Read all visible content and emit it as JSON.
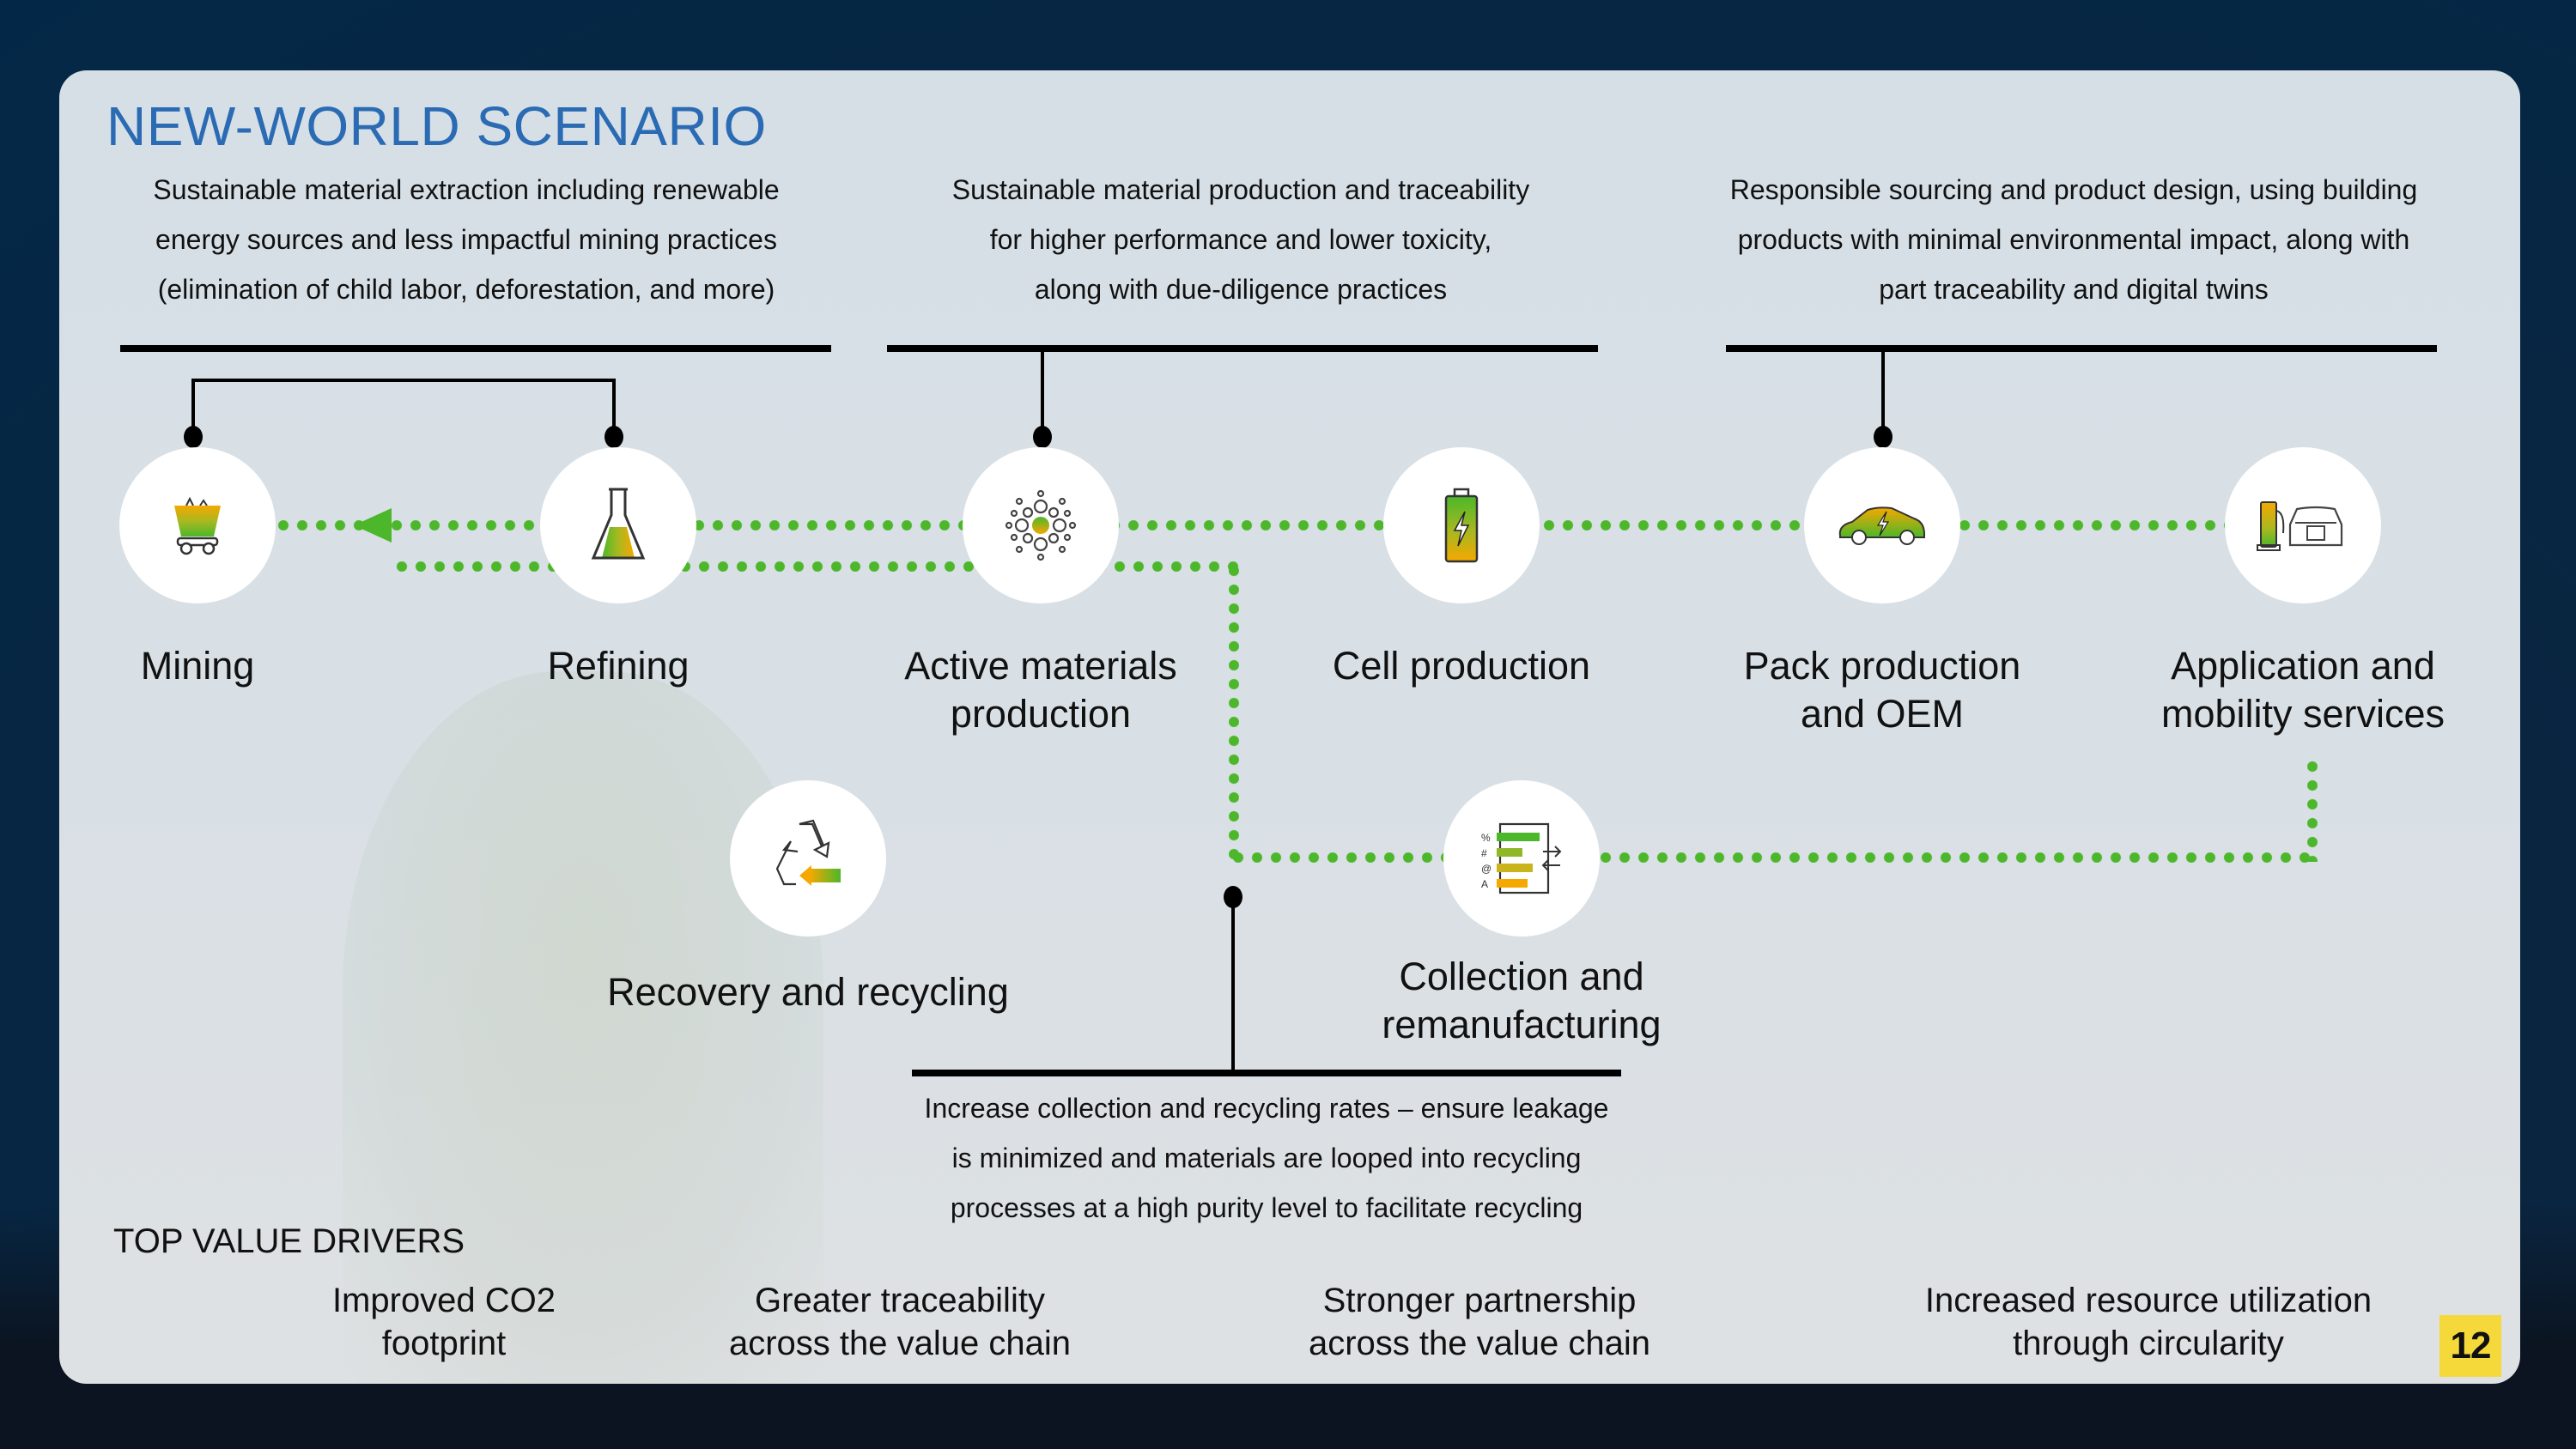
{
  "title": "NEW-WORLD SCENARIO",
  "descriptions": {
    "extraction": [
      "Sustainable material extraction including renewable",
      "energy sources and less impactful mining practices",
      "(elimination of child labor, deforestation, and more)"
    ],
    "production": [
      "Sustainable material production and traceability",
      "for higher performance and lower toxicity,",
      "along with due-diligence practices"
    ],
    "sourcing": [
      "Responsible sourcing and product design, using building",
      "products with minimal environmental impact, along with",
      "part traceability and digital twins"
    ],
    "collection": [
      "Increase collection and recycling rates – ensure leakage",
      "is minimized and materials are looped into recycling",
      "processes at a high purity level to facilitate recycling"
    ]
  },
  "stages": [
    {
      "id": "mining",
      "icon": "mine-cart-icon",
      "label": [
        "Mining"
      ]
    },
    {
      "id": "refining",
      "icon": "flask-icon",
      "label": [
        "Refining"
      ]
    },
    {
      "id": "active-materials",
      "icon": "particles-icon",
      "label": [
        "Active materials",
        "production"
      ]
    },
    {
      "id": "cell-production",
      "icon": "battery-icon",
      "label": [
        "Cell production"
      ]
    },
    {
      "id": "pack-production",
      "icon": "electric-car-icon",
      "label": [
        "Pack production",
        "and OEM"
      ]
    },
    {
      "id": "application",
      "icon": "charging-station-car-icon",
      "label": [
        "Application and",
        "mobility services"
      ]
    },
    {
      "id": "recovery",
      "icon": "recycle-icon",
      "label": [
        "Recovery and recycling"
      ]
    },
    {
      "id": "collection",
      "icon": "sorting-list-icon",
      "label": [
        "Collection and",
        "remanufacturing"
      ]
    }
  ],
  "drivers": {
    "title": "TOP VALUE DRIVERS",
    "items": [
      [
        "Improved CO2",
        "footprint"
      ],
      [
        "Greater traceability",
        "across the value chain"
      ],
      [
        "Stronger partnership",
        "across the value chain"
      ],
      [
        "Increased resource utilization",
        "through circularity"
      ]
    ]
  },
  "page_number": "12",
  "colors": {
    "title": "#2a6bb3",
    "flow_green": "#4cb72a",
    "badge_yellow": "#f5d93a",
    "background_navy": "#032847"
  }
}
